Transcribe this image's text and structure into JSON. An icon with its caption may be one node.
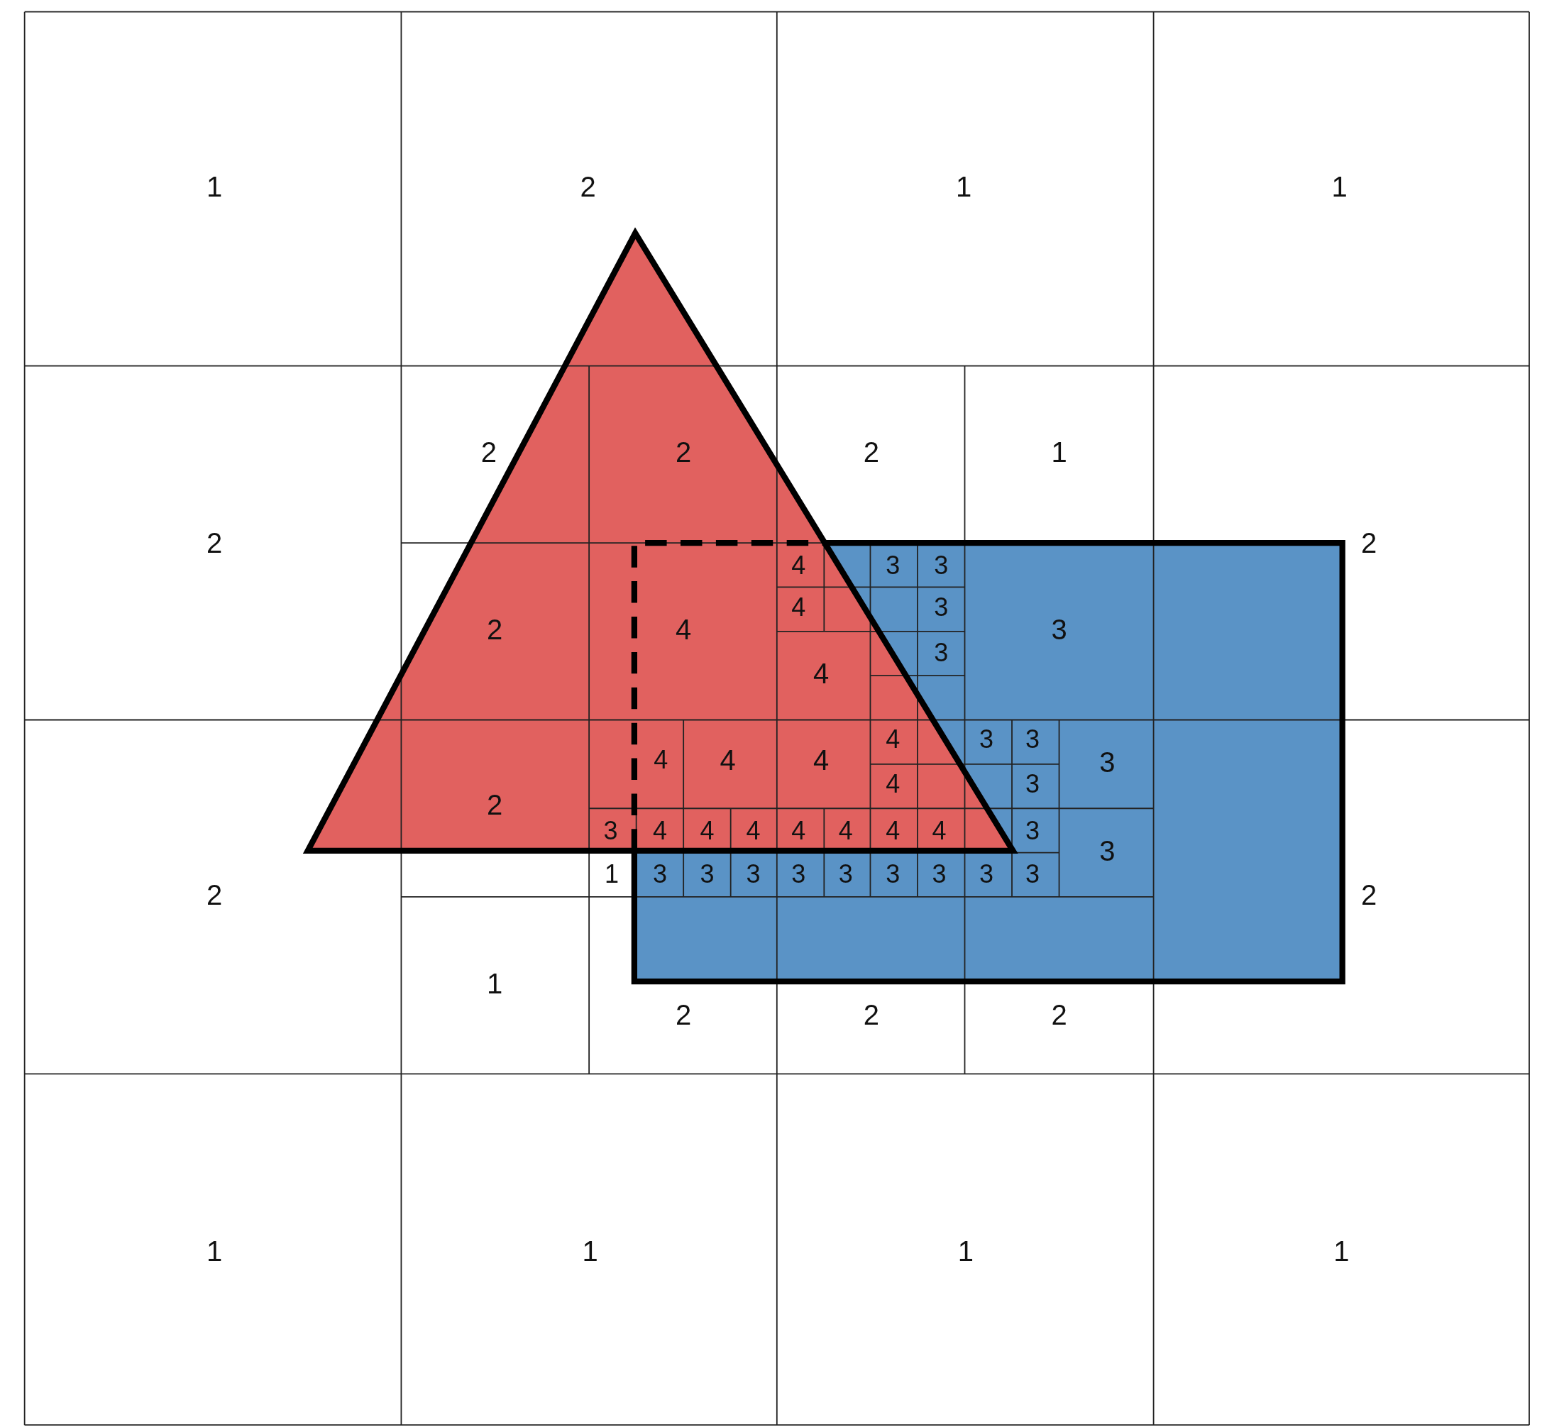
{
  "diagram": {
    "labels": [
      "1",
      "2",
      "1",
      "1",
      "2",
      "2",
      "2",
      "1",
      "2",
      "2",
      "4",
      "3",
      "3",
      "4",
      "3",
      "2",
      "4",
      "3",
      "3",
      "4",
      "4",
      "3",
      "3",
      "4",
      "4",
      "4",
      "3",
      "4",
      "3",
      "2",
      "3",
      "4",
      "4",
      "4",
      "4",
      "4",
      "4",
      "4",
      "3",
      "3",
      "1",
      "3",
      "3",
      "3",
      "3",
      "3",
      "3",
      "3",
      "3",
      "3",
      "2",
      "2",
      "1",
      "2",
      "2",
      "2",
      "1",
      "1",
      "1",
      "1"
    ]
  }
}
